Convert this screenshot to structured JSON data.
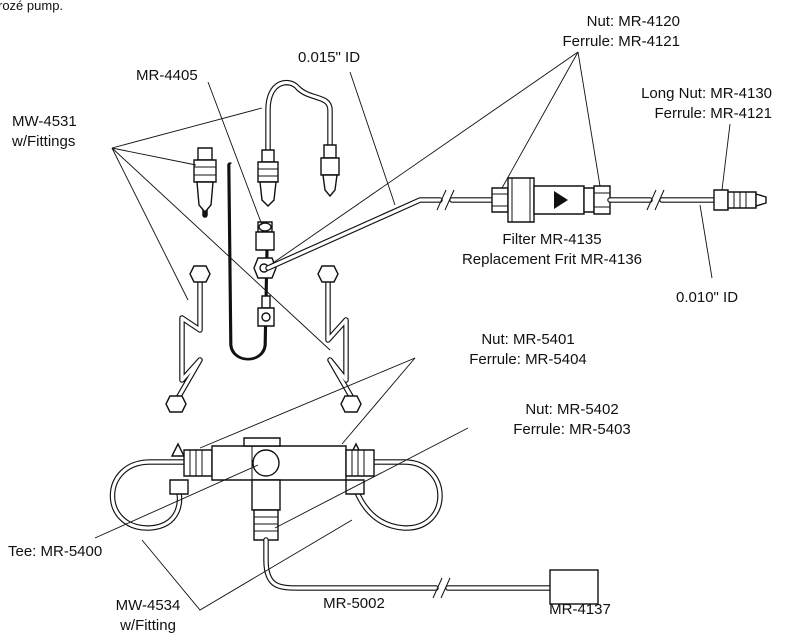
{
  "caption_fragment": "rozé pump.",
  "labels": {
    "mw4531_line1": "MW-4531",
    "mw4531_line2": "w/Fittings",
    "mr4405": "MR-4405",
    "id015": "0.015\" ID",
    "nut4120_line1": "Nut: MR-4120",
    "nut4120_line2": "Ferrule: MR-4121",
    "longnut_line1": "Long Nut: MR-4130",
    "longnut_line2": "Ferrule: MR-4121",
    "filter_line1": "Filter MR-4135",
    "filter_line2": "Replacement Frit MR-4136",
    "id010": "0.010\" ID",
    "nut5401_line1": "Nut: MR-5401",
    "nut5401_line2": "Ferrule: MR-5404",
    "nut5402_line1": "Nut: MR-5402",
    "nut5402_line2": "Ferrule: MR-5403",
    "tee": "Tee: MR-5400",
    "mw4534_line1": "MW-4534",
    "mw4534_line2": "w/Fitting",
    "mr5002": "MR-5002",
    "mr4137": "MR-4137"
  },
  "colors": {
    "line": "#111111",
    "background": "#ffffff"
  }
}
